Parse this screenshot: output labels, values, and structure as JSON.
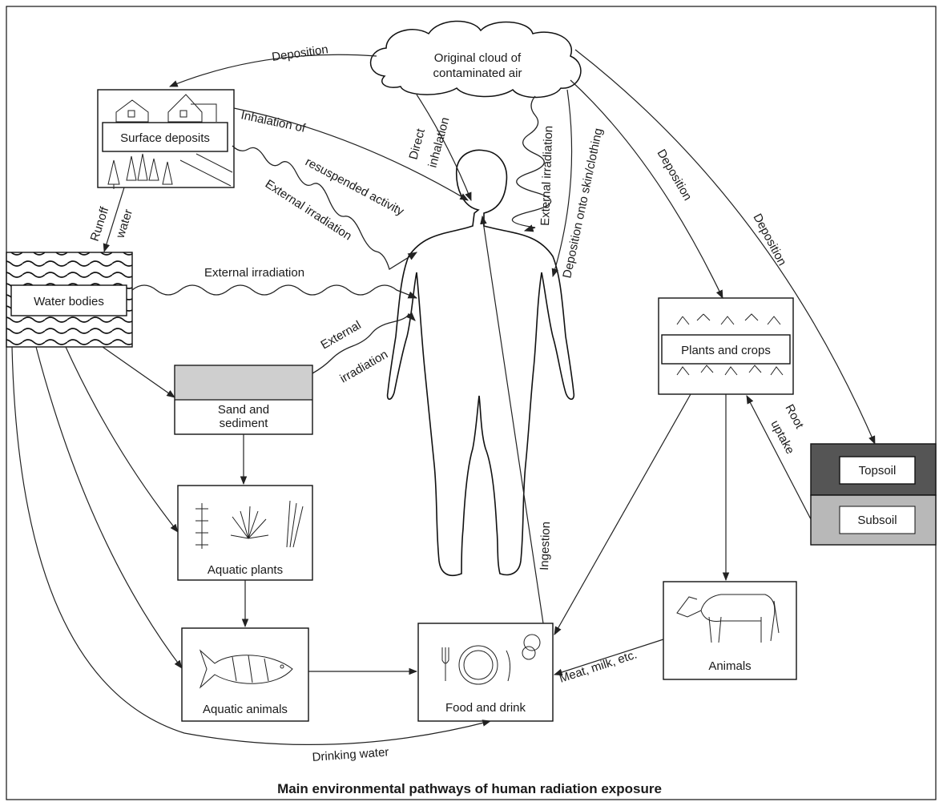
{
  "labels": {
    "cloud_line1": "Original cloud of",
    "cloud_line2": "contaminated air",
    "surface_deposits": "Surface deposits",
    "water_bodies": "Water bodies",
    "sand_line1": "Sand and",
    "sand_line2": "sediment",
    "aquatic_plants": "Aquatic plants",
    "aquatic_animals": "Aquatic animals",
    "food_and_drink": "Food and drink",
    "plants_and_crops": "Plants and crops",
    "topsoil": "Topsoil",
    "subsoil": "Subsoil",
    "animals": "Animals"
  },
  "arrows": {
    "deposition_top": "Deposition",
    "inhalation_line1": "Inhalation of",
    "inhalation_line2": "resuspended activity",
    "external_irradiation_surface": "External irradiation",
    "direct": "Direct",
    "inhalation": "inhalation",
    "external_irradiation_cloud": "External irradiation",
    "deposition_skin": "Deposition onto skin/clothing",
    "deposition_plants": "Deposition",
    "deposition_soil": "Deposition",
    "runoff": "Runoff",
    "water": "water",
    "external_irradiation_water": "External irradiation",
    "external": "External",
    "irradiation": "irradiation",
    "root": "Root",
    "uptake": "uptake",
    "ingestion": "Ingestion",
    "meat_milk": "Meat, milk, etc.",
    "drinking_water": "Drinking water"
  },
  "caption": "Main environmental pathways of human radiation exposure"
}
